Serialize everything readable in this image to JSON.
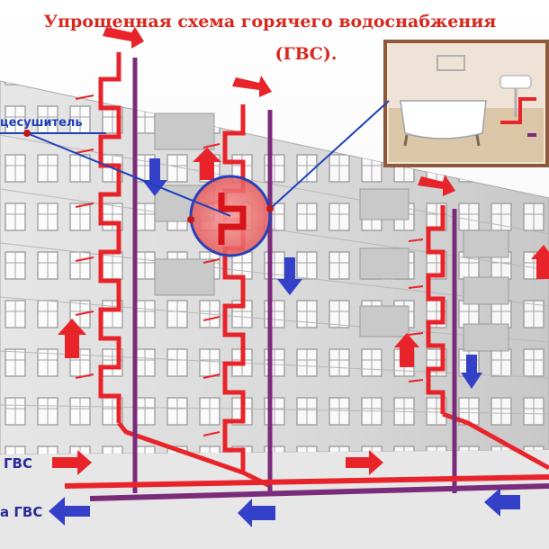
{
  "title": {
    "line1": "Упрощенная схема горячего водоснабжения",
    "line2": "(ГВС)."
  },
  "labels": {
    "towel_dryer": "цесушитель",
    "supply": "ГВС",
    "return_prefix": "а ГВС"
  },
  "colors": {
    "supply_pipe": "#e8242a",
    "return_pipe": "#7a2c7a",
    "blue_line": "#1e40b8",
    "supply_arrow": "#e8242a",
    "return_arrow": "#3540c8",
    "building": "#dcdcdc",
    "title": "#d8281e"
  },
  "icons": {
    "supply_arrows": "arrow-right-red-icon",
    "return_arrows": "arrow-left-blue-icon",
    "zoom_circle": "magnifier-circle-icon",
    "bathroom": "bathtub-icon"
  }
}
